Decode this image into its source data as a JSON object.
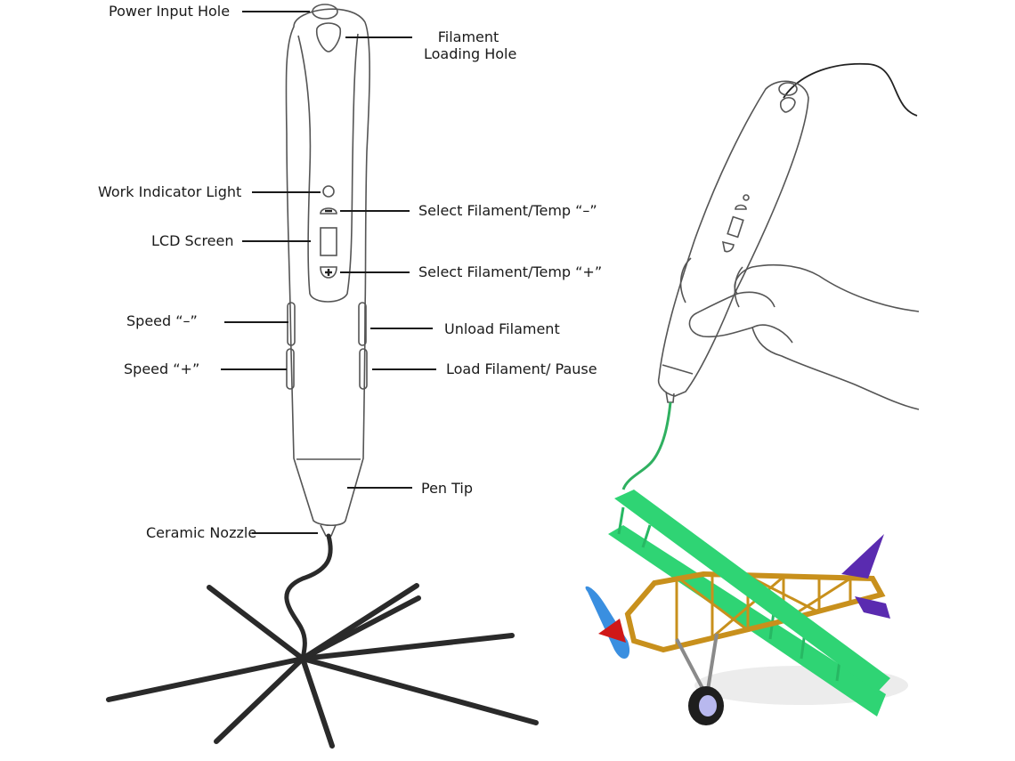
{
  "diagram": {
    "title": "3D Printing Pen Parts Diagram",
    "labels": {
      "power_input_hole": "Power Input Hole",
      "filament_loading_hole_line1": "Filament",
      "filament_loading_hole_line2": "Loading Hole",
      "work_indicator_light": "Work Indicator Light",
      "select_minus": "Select Filament/Temp “–”",
      "lcd_screen": "LCD Screen",
      "select_plus": "Select Filament/Temp “+”",
      "speed_minus": "Speed “–”",
      "unload_filament": "Unload Filament",
      "speed_plus": "Speed “+”",
      "load_filament_pause": "Load Filament/ Pause",
      "pen_tip": "Pen Tip",
      "ceramic_nozzle": "Ceramic Nozzle"
    },
    "illustrations": {
      "pen": "pen-outline",
      "hand": "hand-holding-pen",
      "airplane": "3d-printed-biplane"
    },
    "colors": {
      "line": "#1a1a1a",
      "outline": "#555555",
      "filament_black": "#2a2a2a",
      "wing_green": "#2fd474",
      "frame_gold": "#c8901c",
      "tail_purple": "#5a2bb0",
      "prop_blue": "#3a8fe0",
      "nose_red": "#d01818",
      "wheel_black": "#1e1e1e",
      "hub_lilac": "#b8b8ee",
      "strut_gray": "#8a8a8a"
    }
  }
}
